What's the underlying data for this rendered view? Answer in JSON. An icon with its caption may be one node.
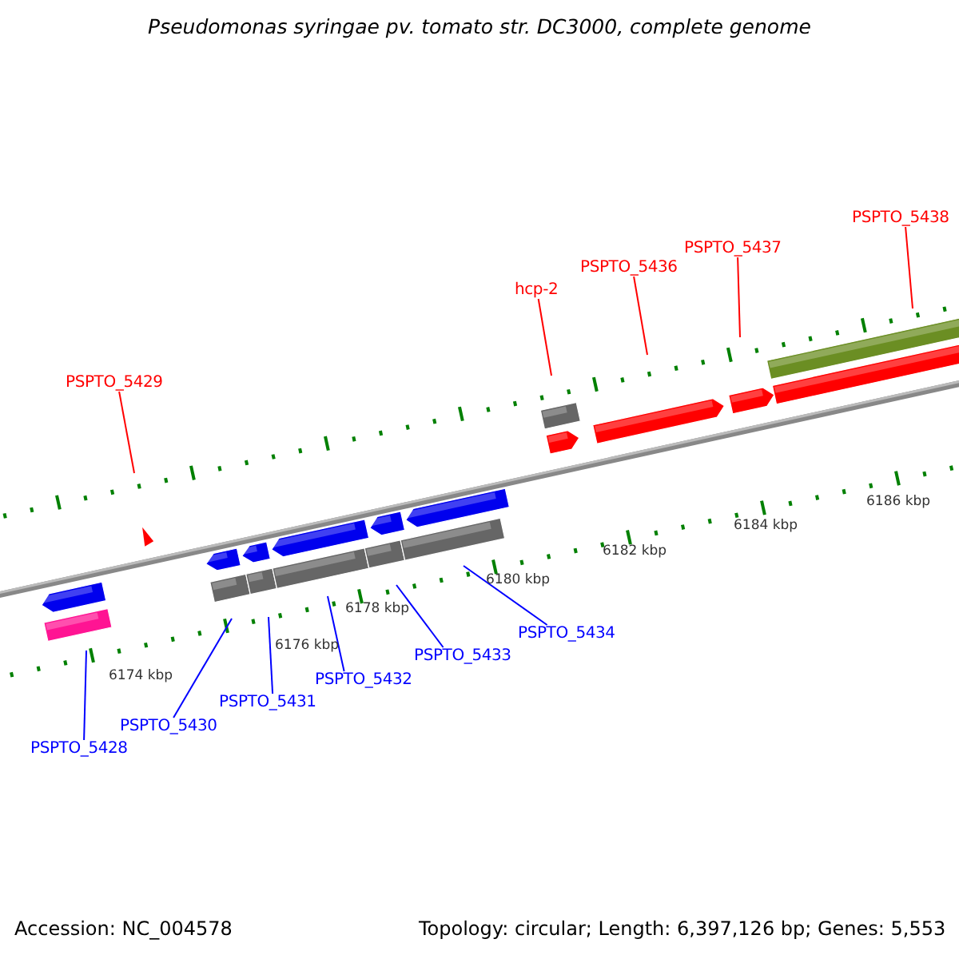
{
  "diagram": {
    "title": "Pseudomonas syringae pv. tomato str. DC3000, complete genome",
    "nodes": [
      {
        "text": [
          "PSPTO_5438"
        ]
      },
      {
        "text": [
          "PSPTO_5437"
        ]
      },
      {
        "text": [
          "PSPTO_5436"
        ]
      },
      {
        "text": [
          "hcp-2"
        ]
      },
      {
        "text": [
          "PSPTO_5429"
        ]
      },
      {
        "text": [
          "PSPTO_5434"
        ]
      },
      {
        "text": [
          "PSPTO_5433"
        ]
      },
      {
        "text": [
          "PSPTO_5432"
        ]
      },
      {
        "text": [
          "PSPTO_5431"
        ]
      },
      {
        "text": [
          "PSPTO_5430"
        ]
      },
      {
        "text": [
          "PSPTO_5428"
        ]
      }
    ],
    "edges": [
      {
        "from": 0,
        "to": null,
        "arrow": "none",
        "color": "#ff0000"
      },
      {
        "from": 1,
        "to": null,
        "arrow": "none",
        "color": "#ff0000"
      },
      {
        "from": 2,
        "to": null,
        "arrow": "none",
        "color": "#ff0000"
      },
      {
        "from": 3,
        "to": null,
        "arrow": "none",
        "color": "#ff0000"
      },
      {
        "from": 4,
        "to": null,
        "arrow": "none",
        "color": "#ff0000"
      },
      {
        "from": 5,
        "to": null,
        "arrow": "none"
      },
      {
        "from": 6,
        "to": null,
        "arrow": "none"
      },
      {
        "from": 7,
        "to": null,
        "arrow": "none"
      },
      {
        "from": 8,
        "to": null,
        "arrow": "none"
      },
      {
        "from": 9,
        "to": null,
        "arrow": "none"
      },
      {
        "from": 10,
        "to": null,
        "arrow": "none"
      }
    ],
    "labels": [
      "6186 kbp",
      "6184 kbp",
      "6182 kbp",
      "6180 kbp",
      "6178 kbp",
      "6176 kbp",
      "6174 kbp",
      "Accession: NC_004578",
      "Topology: circular; Length: 6,397,126 bp; Genes: 5,553"
    ]
  }
}
